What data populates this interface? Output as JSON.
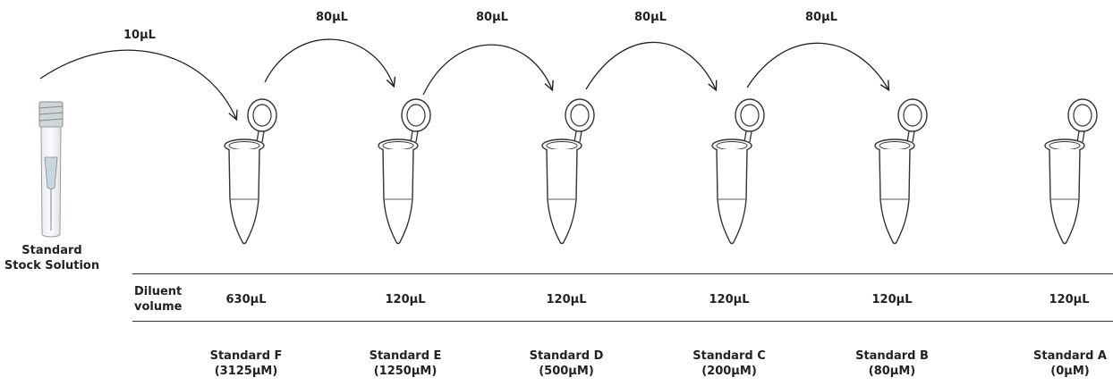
{
  "stock": {
    "line1": "Standard",
    "line2": "Stock Solution"
  },
  "diluent": {
    "line1": "Diluent",
    "line2": "volume"
  },
  "transfers": [
    "10µL",
    "80µL",
    "80µL",
    "80µL",
    "80µL"
  ],
  "tubes": [
    {
      "volume": "630µL",
      "name": "Standard F",
      "conc": "(3125µM)"
    },
    {
      "volume": "120µL",
      "name": "Standard E",
      "conc": "(1250µM)"
    },
    {
      "volume": "120µL",
      "name": "Standard D",
      "conc": "(500µM)"
    },
    {
      "volume": "120µL",
      "name": "Standard C",
      "conc": "(200µM)"
    },
    {
      "volume": "120µL",
      "name": "Standard B",
      "conc": "(80µM)"
    },
    {
      "volume": "120µL",
      "name": "Standard A",
      "conc": "(0µM)"
    }
  ]
}
